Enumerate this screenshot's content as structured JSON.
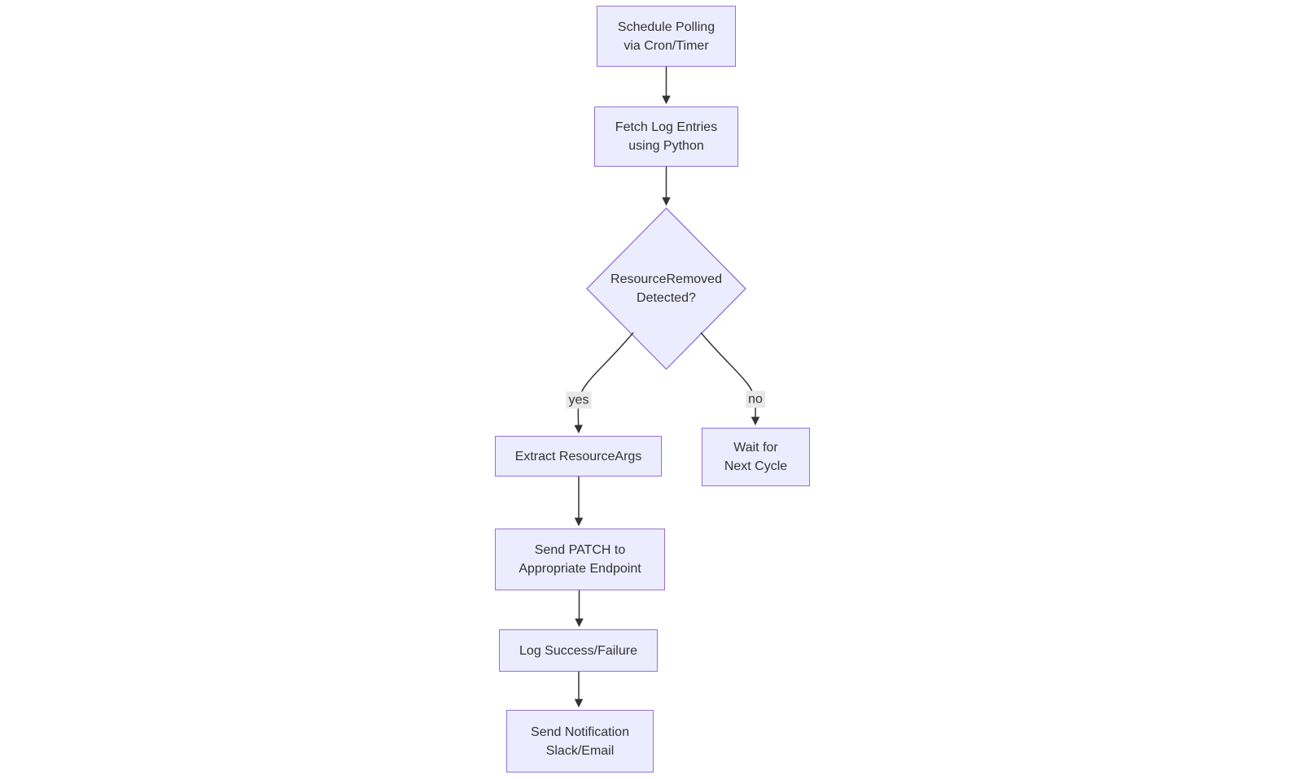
{
  "diagram": {
    "type": "flowchart",
    "direction": "top-down",
    "colors": {
      "background": "#ffffff",
      "node_fill": "#ECECFF",
      "node_border": "#9370DB",
      "edge": "#333333",
      "text": "#333333",
      "edge_label_bg": "#e8e8e8"
    },
    "nodes": [
      {
        "id": "schedule-polling",
        "shape": "rectangle",
        "label": "Schedule Polling\nvia Cron/Timer"
      },
      {
        "id": "fetch-log-entries",
        "shape": "rectangle",
        "label": "Fetch Log Entries\nusing Python"
      },
      {
        "id": "resource-removed-detected",
        "shape": "diamond",
        "label": "ResourceRemoved\nDetected?"
      },
      {
        "id": "extract-resource-args",
        "shape": "rectangle",
        "label": "Extract ResourceArgs"
      },
      {
        "id": "wait-for-next-cycle",
        "shape": "rectangle",
        "label": "Wait for\nNext Cycle"
      },
      {
        "id": "send-patch",
        "shape": "rectangle",
        "label": "Send PATCH to\nAppropriate Endpoint"
      },
      {
        "id": "log-success-failure",
        "shape": "rectangle",
        "label": "Log Success/Failure"
      },
      {
        "id": "send-notification",
        "shape": "rectangle",
        "label": "Send Notification\nSlack/Email"
      }
    ],
    "edges": [
      {
        "from": "schedule-polling",
        "to": "fetch-log-entries",
        "label": ""
      },
      {
        "from": "fetch-log-entries",
        "to": "resource-removed-detected",
        "label": ""
      },
      {
        "from": "resource-removed-detected",
        "to": "extract-resource-args",
        "label": "yes"
      },
      {
        "from": "resource-removed-detected",
        "to": "wait-for-next-cycle",
        "label": "no"
      },
      {
        "from": "extract-resource-args",
        "to": "send-patch",
        "label": ""
      },
      {
        "from": "send-patch",
        "to": "log-success-failure",
        "label": ""
      },
      {
        "from": "log-success-failure",
        "to": "send-notification",
        "label": ""
      }
    ]
  }
}
